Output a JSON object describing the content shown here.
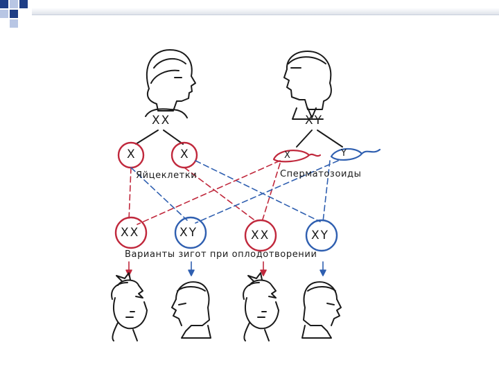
{
  "parents": {
    "mother_genotype": "XX",
    "father_genotype": "XY"
  },
  "gametes": {
    "egg_1": "X",
    "egg_2": "X",
    "sperm_x": "X",
    "sperm_y": "Y",
    "eggs_label": "Яйцеклетки",
    "sperm_label": "Сперматозоиды"
  },
  "zygotes": {
    "labels": [
      "XX",
      "XY",
      "XX",
      "XY"
    ],
    "caption": "Варианты зигот при оплодотворении"
  },
  "colors": {
    "female": "#c0283c",
    "male": "#2f5fb0",
    "ink": "#1a1a1a",
    "corner_blue_dark": "#1f3f86",
    "corner_blue_light": "#b8c6e4"
  }
}
